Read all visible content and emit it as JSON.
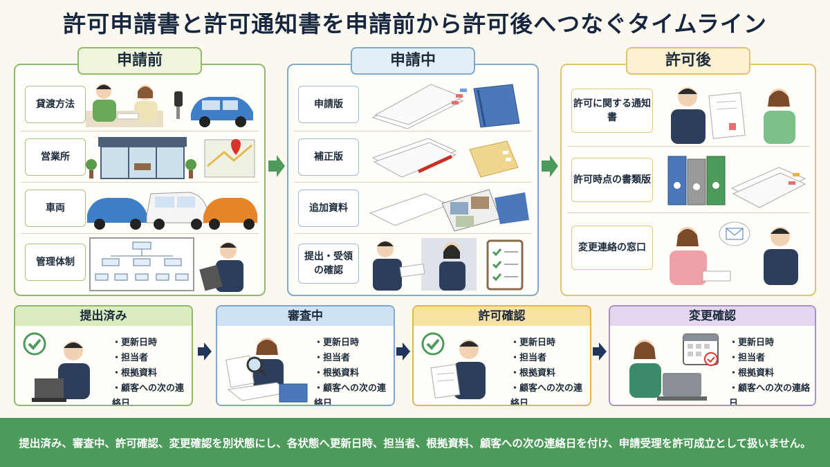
{
  "title": "許可申請書と許可通知書を申請前から許可後へつなぐタイムライン",
  "phases": [
    {
      "label": "申請前",
      "items": [
        "貸渡方法",
        "営業所",
        "車両",
        "管理体制"
      ]
    },
    {
      "label": "申請中",
      "items": [
        "申請版",
        "補正版",
        "追加資料",
        "提出・受領の確認"
      ]
    },
    {
      "label": "許可後",
      "items": [
        "許可に関する通知書",
        "許可時点の書類版",
        "変更連絡の窓口"
      ]
    }
  ],
  "statuses": [
    {
      "label": "提出済み",
      "bullets": [
        "更新日時",
        "担当者",
        "根拠資料",
        "顧客への次の連絡日"
      ]
    },
    {
      "label": "審査中",
      "bullets": [
        "更新日時",
        "担当者",
        "根拠資料",
        "顧客への次の連絡日"
      ]
    },
    {
      "label": "許可確認",
      "bullets": [
        "更新日時",
        "担当者",
        "根拠資料",
        "顧客への次の連絡日"
      ]
    },
    {
      "label": "変更確認",
      "bullets": [
        "更新日時",
        "担当者",
        "根拠資料",
        "顧客への次の連絡日"
      ]
    }
  ],
  "footer": "提出済み、審査中、許可確認、変更確認を別状態にし、各状態へ更新日時、担当者、根拠資料、顧客への次の連絡日を付け、申請受理を許可成立として扱いません。",
  "colors": {
    "green": "#8fb868",
    "blue": "#7fa8cc",
    "yellow": "#e0c36a",
    "purple": "#a98fc8",
    "footer": "#4d9a5b",
    "navy": "#16263f"
  }
}
